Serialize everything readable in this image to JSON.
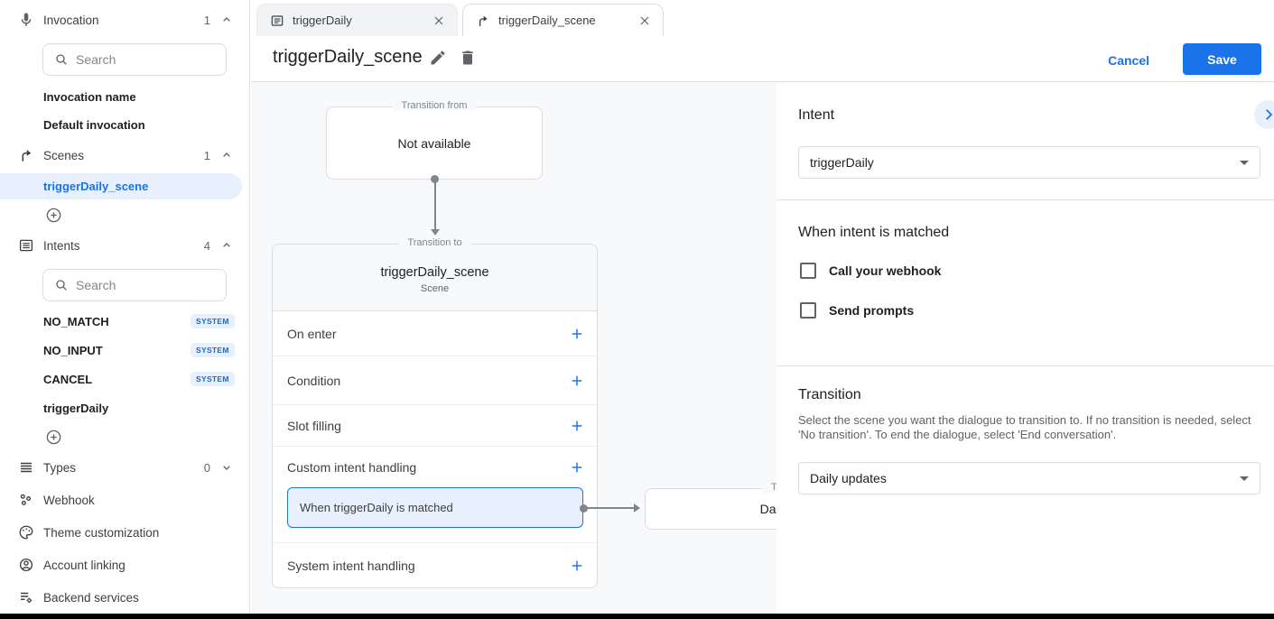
{
  "colors": {
    "accent": "#1a73e8",
    "accent_light": "#e8f0fe",
    "badge_text": "#1967d2",
    "canvas_bg": "#f8f9fa",
    "border": "#dadce0"
  },
  "icons": {
    "invocation": "mic-icon",
    "scenes": "scene-fork-icon",
    "intents": "intent-list-icon",
    "types": "lines-icon",
    "webhook": "webhook-nodes-icon",
    "theme": "palette-icon",
    "account": "account-circle-icon",
    "backend": "services-gear-icon",
    "search": "search-icon",
    "edit": "pencil-icon",
    "delete": "trash-icon",
    "close": "close-icon",
    "add": "plus-icon",
    "expand": "chevron-icon"
  },
  "sidebar": {
    "invocation": {
      "label": "Invocation",
      "count": "1",
      "search_placeholder": "Search",
      "items": [
        "Invocation name",
        "Default invocation"
      ]
    },
    "scenes": {
      "label": "Scenes",
      "count": "1",
      "selected_item": "triggerDaily_scene"
    },
    "intents": {
      "label": "Intents",
      "count": "4",
      "search_placeholder": "Search",
      "items": [
        {
          "label": "NO_MATCH",
          "badge": "SYSTEM"
        },
        {
          "label": "NO_INPUT",
          "badge": "SYSTEM"
        },
        {
          "label": "CANCEL",
          "badge": "SYSTEM"
        },
        {
          "label": "triggerDaily",
          "badge": ""
        }
      ]
    },
    "types": {
      "label": "Types",
      "count": "0"
    },
    "links": [
      "Webhook",
      "Theme customization",
      "Account linking",
      "Backend services"
    ]
  },
  "tabs": [
    {
      "label": "triggerDaily"
    },
    {
      "label": "triggerDaily_scene"
    }
  ],
  "header": {
    "title": "triggerDaily_scene",
    "cancel_label": "Cancel",
    "save_label": "Save"
  },
  "canvas": {
    "transition_from": {
      "legend": "Transition from",
      "content": "Not available"
    },
    "scene_card": {
      "legend": "Transition to",
      "title": "triggerDaily_scene",
      "subtitle": "Scene",
      "rows": [
        "On enter",
        "Condition",
        "Slot filling",
        "Custom intent handling",
        "System intent handling"
      ],
      "chip": "When triggerDaily is matched"
    },
    "target_box": {
      "legend": "Transition to",
      "content": "Daily updates"
    }
  },
  "panel": {
    "intent_section": {
      "heading": "Intent",
      "dropdown_value": "triggerDaily"
    },
    "matched_section": {
      "heading": "When intent is matched",
      "checkboxes": [
        "Call your webhook",
        "Send prompts"
      ]
    },
    "transition_section": {
      "heading": "Transition",
      "description": "Select the scene you want the dialogue to transition to. If no transition is needed, select 'No transition'. To end the dialogue, select 'End conversation'.",
      "dropdown_value": "Daily updates"
    }
  }
}
